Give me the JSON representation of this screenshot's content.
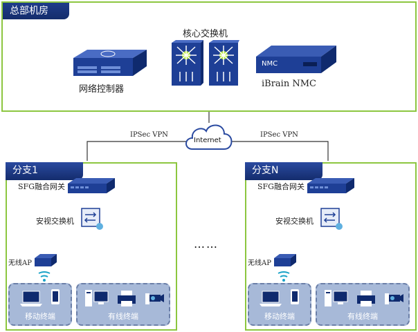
{
  "hq": {
    "title": "总部机房",
    "core_switch_label": "核心交换机",
    "controller_label": "网络控制器",
    "nmc_label": "iBrain NMC",
    "nmc_device_text": "NMC"
  },
  "wan": {
    "cloud_label": "Internet",
    "vpn_left": "IPSec VPN",
    "vpn_right": "IPSec VPN"
  },
  "branches": [
    {
      "title": "分支1",
      "gateway_label": "SFG融合网关",
      "switch_label": "安视交换机",
      "ap_label": "无线AP",
      "mobile_label": "移动终端",
      "wired_label": "有线终端"
    },
    {
      "title": "分支N",
      "gateway_label": "SFG融合网关",
      "switch_label": "安视交换机",
      "ap_label": "无线AP",
      "mobile_label": "移动终端",
      "wired_label": "有线终端"
    }
  ],
  "ellipsis": "……",
  "colors": {
    "frame_green": "#8cc63f",
    "tag_blue": "#1f3c8a",
    "device_blue": "#1e3f96",
    "terminal_bg": "#a7b9d8"
  }
}
